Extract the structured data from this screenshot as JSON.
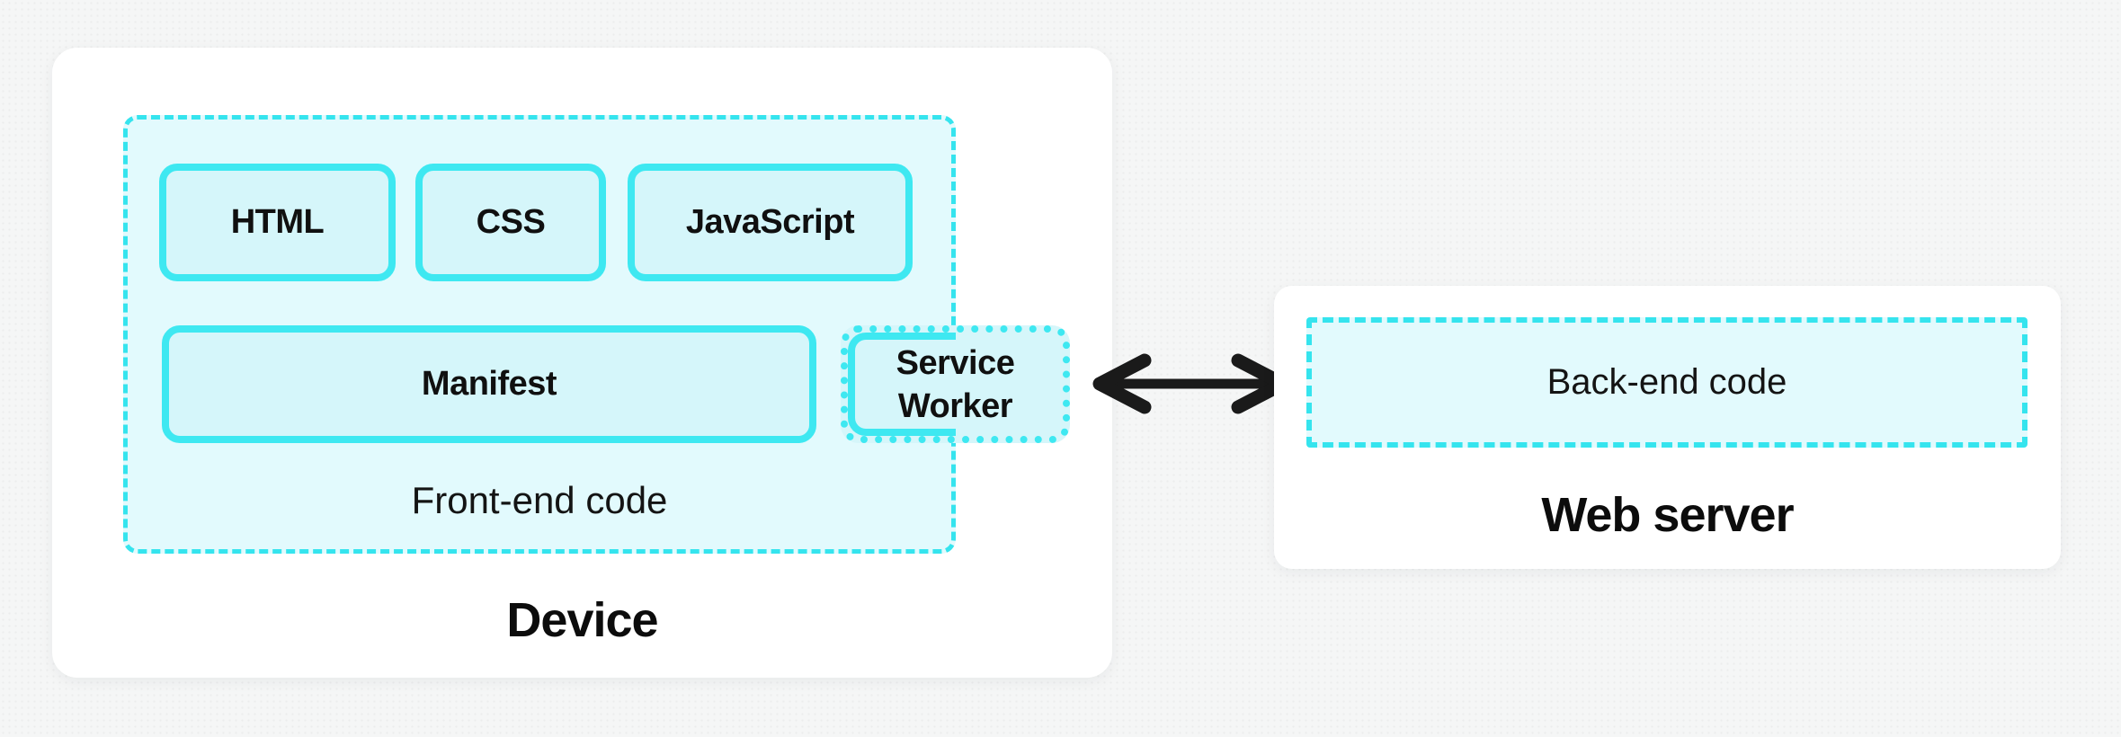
{
  "device": {
    "label": "Device",
    "frontend": {
      "label": "Front-end code",
      "boxes": [
        {
          "label": "HTML"
        },
        {
          "label": "CSS"
        },
        {
          "label": "JavaScript"
        },
        {
          "label": "Manifest"
        }
      ]
    },
    "service_worker": {
      "label": "Service Worker",
      "lines": [
        "Service",
        "Worker"
      ]
    }
  },
  "web_server": {
    "label": "Web server",
    "backend": {
      "label": "Back-end code"
    }
  },
  "connector": {
    "type": "double-headed-arrow"
  },
  "colors": {
    "accent_cyan_border": "#3ee8f1",
    "dashed_cyan_border": "#35e4ee",
    "box_fill": "#d5f6fa",
    "group_fill": "#e2fafd",
    "panel_white": "#ffffff",
    "background_gray": "#f5f6f6",
    "arrow_black": "#1a1a1a",
    "text_black": "#101010"
  }
}
